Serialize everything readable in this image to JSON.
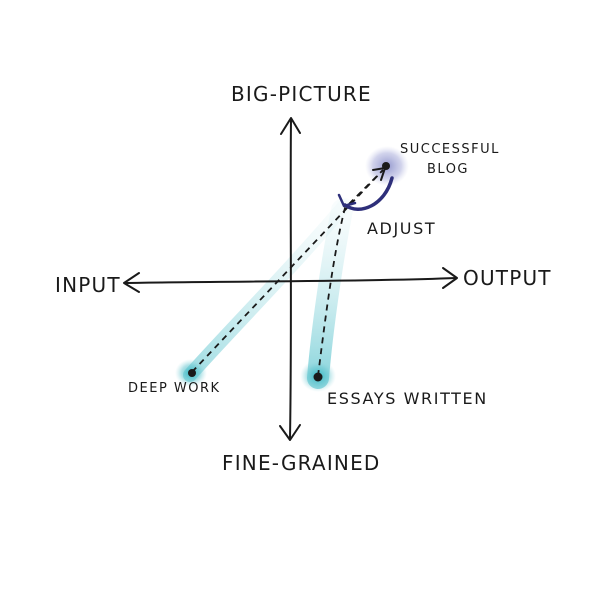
{
  "axes": {
    "top": "BIG-PICTURE",
    "bottom": "FINE-GRAINED",
    "left": "INPUT",
    "right": "OUTPUT"
  },
  "nodes": {
    "goal": {
      "line1": "SUCCESSFUL",
      "line2": "BLOG"
    },
    "deep_work": {
      "label": "DEEP WORK"
    },
    "essays": {
      "label": "ESSAYS WRITTEN"
    }
  },
  "feedback": {
    "label": "ADJUST"
  },
  "colors": {
    "ink": "#1a1a1a",
    "teal": "#2bb3c0",
    "teal_light": "#a8dde3",
    "violet": "#7f84c4",
    "violet_dark": "#2e2f7a"
  }
}
